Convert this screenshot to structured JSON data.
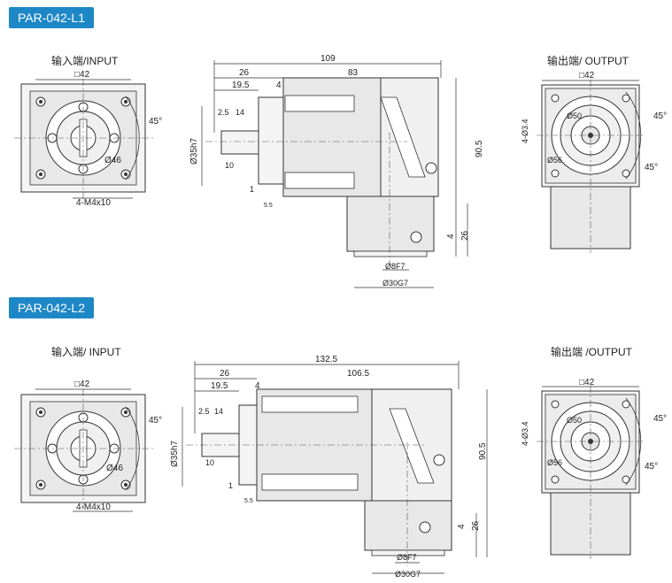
{
  "colors": {
    "badge": "#1e88c7",
    "part": "#e8e8e8",
    "shade": "#f4f4f4",
    "line": "#333333"
  },
  "sections": [
    {
      "model": "PAR-042-L1",
      "input_label": "输入端/INPUT",
      "output_label": "输出端/ OUTPUT",
      "input": {
        "square": "□42",
        "pcd": "Ø46",
        "angle": "45°",
        "holes": "4-M4x10"
      },
      "side": {
        "total": "109",
        "d26": "26",
        "d83": "83",
        "d195": "19.5",
        "d4": "4",
        "d25": "2.5",
        "d14": "14",
        "shaft": "Ø35h7",
        "d10": "10",
        "d1": "1",
        "d55": "5.5",
        "height": "90.5",
        "d26b": "26",
        "d4b": "4",
        "bore": "Ø8F7",
        "outer": "Ø30G7"
      },
      "output": {
        "square": "□42",
        "holes": "4-Ø3.4",
        "pcd": "Ø50",
        "bore": "Ø56",
        "angle1": "45°",
        "angle2": "45°"
      }
    },
    {
      "model": "PAR-042-L2",
      "input_label": "输入端/ INPUT",
      "output_label": "输出端 /OUTPUT",
      "input": {
        "square": "□42",
        "pcd": "Ø46",
        "angle": "45°",
        "holes": "4-M4x10"
      },
      "side": {
        "total": "132.5",
        "d26": "26",
        "d83": "106.5",
        "d195": "19.5",
        "d4": "4",
        "d25": "2.5",
        "d14": "14",
        "shaft": "Ø35h7",
        "d10": "10",
        "d1": "1",
        "d55": "5.5",
        "height": "90.5",
        "d26b": "26",
        "d4b": "4",
        "bore": "Ø8F7",
        "outer": "Ø30G7"
      },
      "output": {
        "square": "□42",
        "holes": "4-Ø3.4",
        "pcd": "Ø50",
        "bore": "Ø56",
        "angle1": "45°",
        "angle2": "45°"
      }
    }
  ]
}
